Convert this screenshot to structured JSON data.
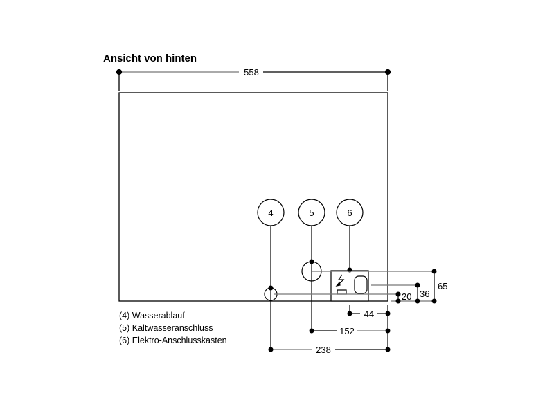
{
  "title": "Ansicht von hinten",
  "dimensions": {
    "width": "558",
    "d65": "65",
    "d36": "36",
    "d20": "20",
    "d44": "44",
    "d152": "152",
    "d238": "238"
  },
  "markers": {
    "m4": "4",
    "m5": "5",
    "m6": "6"
  },
  "legend": [
    "(4) Wasserablauf",
    "(5) Kaltwasseranschluss",
    "(6) Elektro-Anschlusskasten"
  ]
}
